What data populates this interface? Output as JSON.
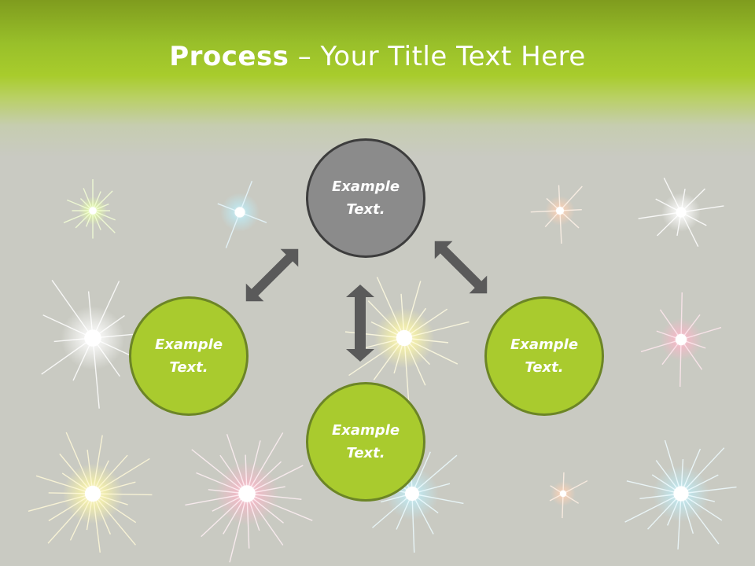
{
  "title": {
    "bold": "Process",
    "rest": " – Your Title Text Here"
  },
  "nodes": {
    "top": {
      "label": "Example\nText."
    },
    "left": {
      "label": "Example\nText."
    },
    "bottom": {
      "label": "Example\nText."
    },
    "right": {
      "label": "Example\nText."
    }
  },
  "colors": {
    "header": "#a8cc2c",
    "background": "#c9cac2",
    "node_green": "#a9cb2e",
    "node_gray": "#8b8b8b",
    "arrow": "#5a5a5a"
  }
}
